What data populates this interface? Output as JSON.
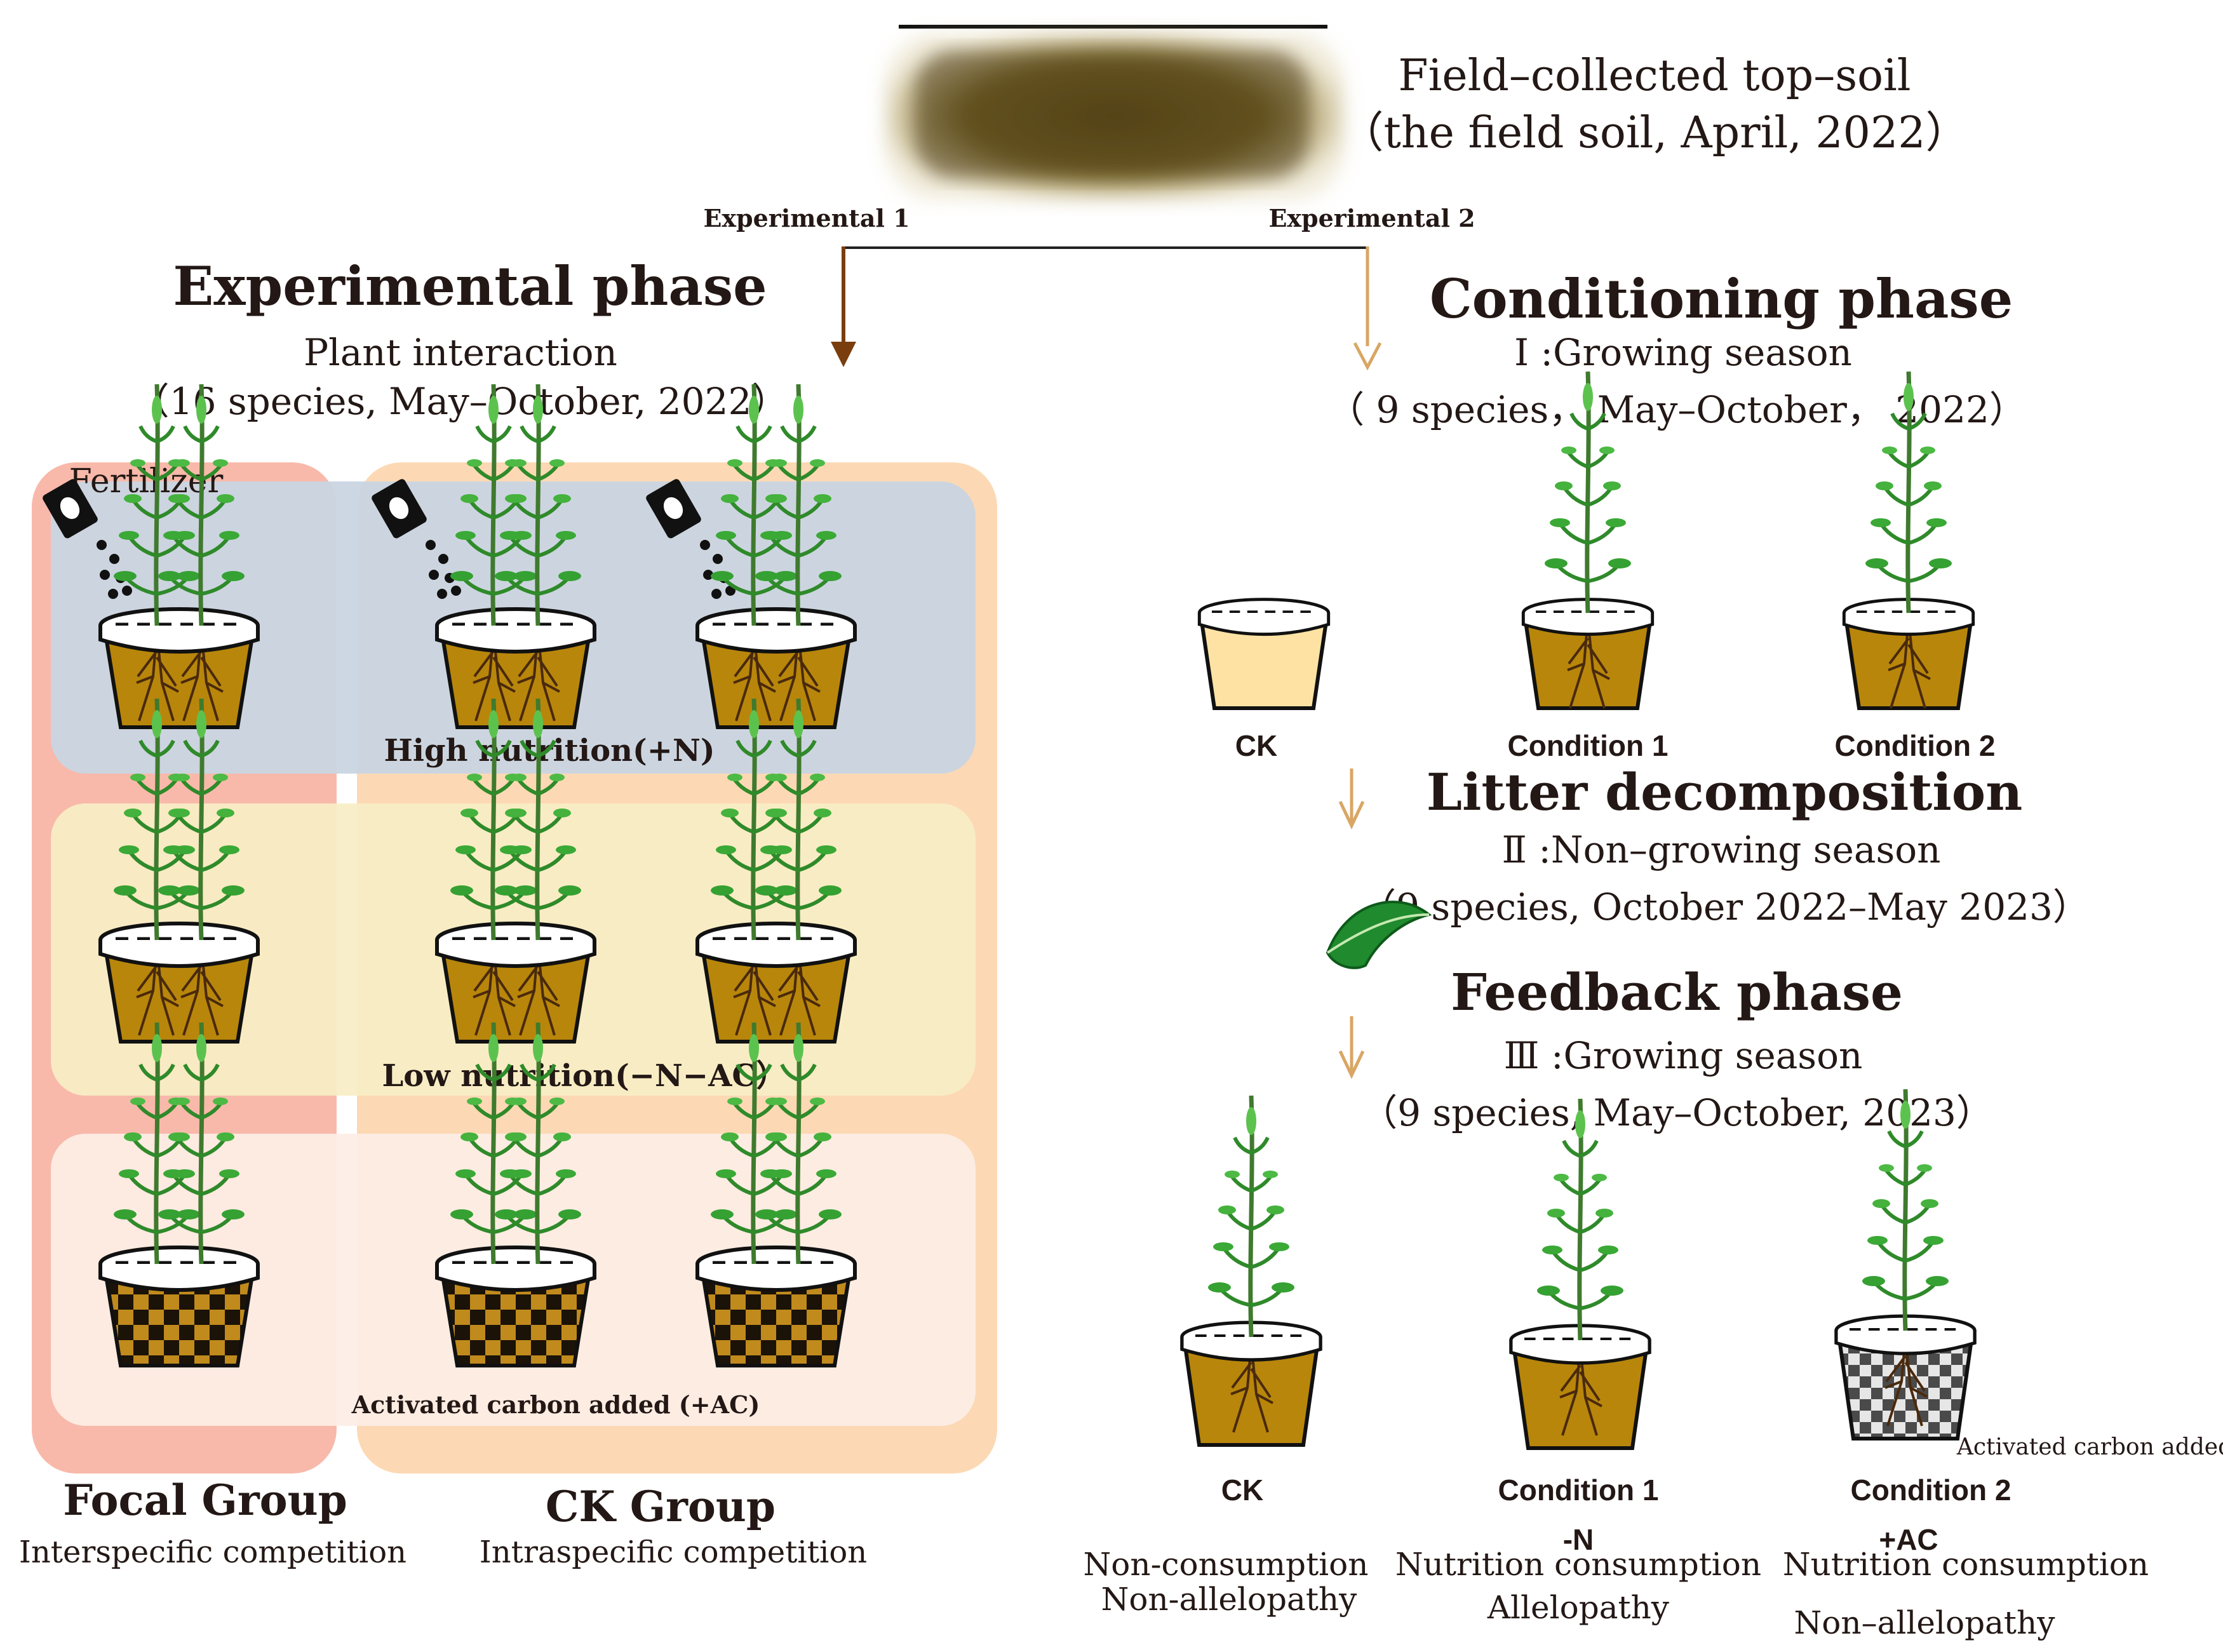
{
  "top": {
    "title_line1": "Field–collected top–soil",
    "title_line2": "（the field soil, April, 2022）",
    "exp1_label": "Experimental 1",
    "exp2_label": "Experimental 2"
  },
  "left": {
    "heading": "Experimental phase",
    "sub1": "Plant interaction",
    "sub2": "（16 species, May–October, 2022）",
    "fertilizer_label": "Fertilizer",
    "row_high_label": "High nutrition(+N)",
    "row_low_label": "Low nutrition(−N−AC）",
    "row_ac_label": "Activated carbon added (+AC)",
    "focal_title": "Focal Group",
    "focal_sub": "Interspecific competition",
    "ck_title": "CK Group",
    "ck_sub": "Intraspecific competition"
  },
  "right": {
    "cond_heading": "Conditioning phase",
    "cond_sub1": "Ⅰ :Growing season",
    "cond_sub2": "（ 9 species， May–October， 2022）",
    "cond_pots": [
      "CK",
      "Condition 1",
      "Condition 2"
    ],
    "litter_heading": "Litter decomposition",
    "litter_sub1": "Ⅱ :Non–growing season",
    "litter_sub2": "（9 species, October 2022–May 2023）",
    "feedback_heading": "Feedback phase",
    "feedback_sub1": "Ⅲ :Growing season",
    "feedback_sub2": "（9 species, May–October, 2023）",
    "fb_pots": [
      "CK",
      "Condition 1",
      "Condition 2"
    ],
    "fb_ac_note": "Activated carbon added",
    "fb_ck_desc1": "Non-consumption",
    "fb_ck_desc2": "Non-allelopathy",
    "fb_c1_tag": "-N",
    "fb_c1_desc1": "Nutrition consumption",
    "fb_c1_desc2": "Allelopathy",
    "fb_c2_tag": "+AC",
    "fb_c2_desc1": "Nutrition consumption",
    "fb_c2_desc2": "Non–allelopathy"
  },
  "colors": {
    "soil": "#b8860b",
    "focal_panel": "#f8b9aa",
    "ck_panel": "#fcd9b4",
    "high_row": "#c9d5e1",
    "low_row": "#f7eec5",
    "ac_row": "#fdeee6",
    "arrow_dark": "#7a3e0e",
    "arrow_light": "#d9a664"
  }
}
